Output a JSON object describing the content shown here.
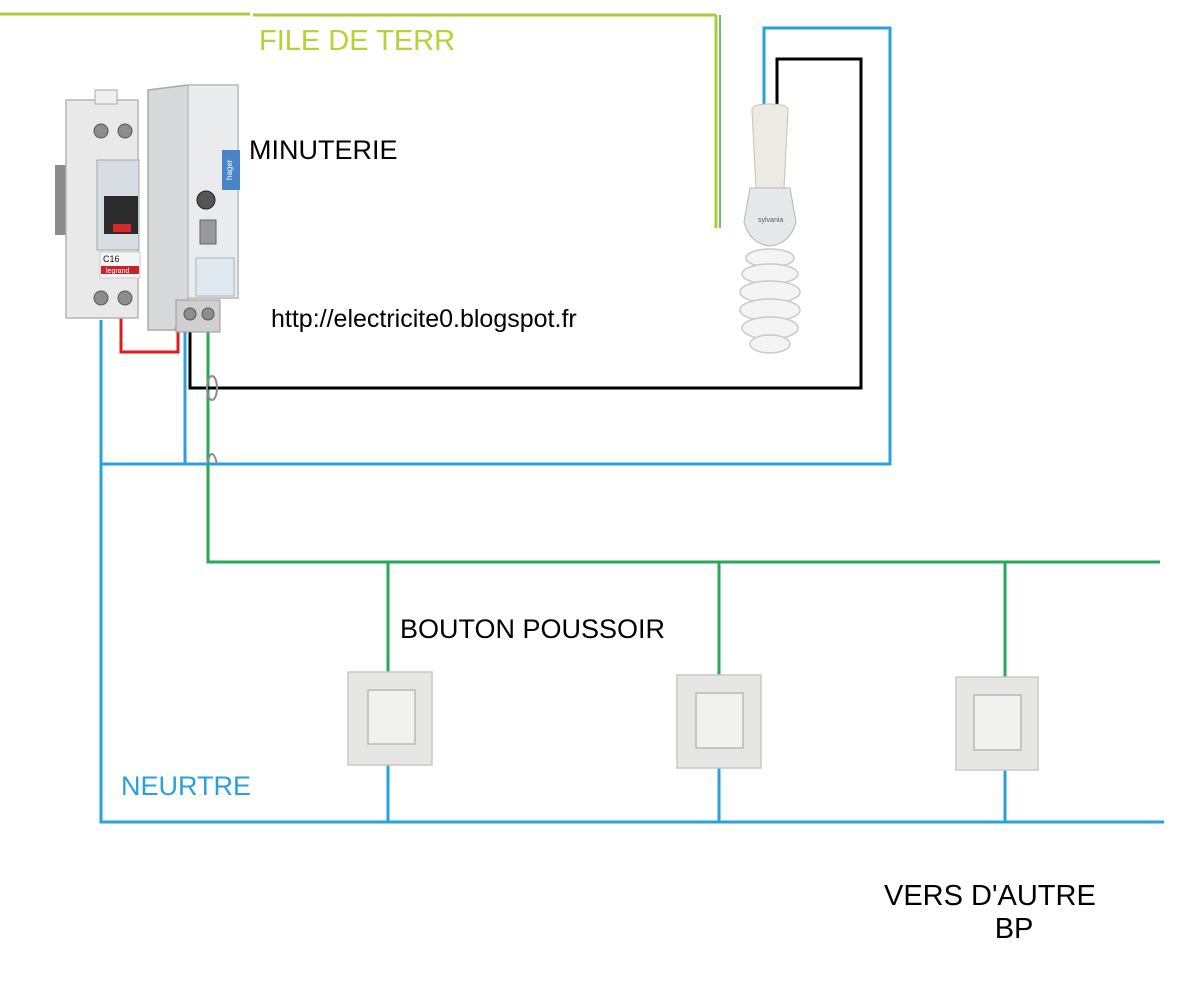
{
  "labels": {
    "terre": "FILE DE TERR",
    "minuterie": "MINUTERIE",
    "url": "http://electricite0.blogspot.fr",
    "bouton_poussoir": "BOUTON POUSSOIR",
    "neutre": "NEURTRE",
    "vers_autre": "VERS D'AUTRE\n      BP"
  },
  "device_text": {
    "breaker_rating": "C16",
    "breaker_brand": "legrand",
    "timer_brand": "hager",
    "bulb_brand": "sylvania"
  },
  "colors": {
    "earth": "#b5d334",
    "earth_wire": "#a8cc3a",
    "neutral": "#2aa0dc",
    "switched_wire": "#27a85a",
    "lamp_wire": "#000000",
    "phase_link": "#e01b1b",
    "text": "#000000"
  },
  "icons": {
    "breaker": "circuit-breaker-icon",
    "timer": "timer-relay-icon",
    "bulb": "cfl-bulb-icon",
    "push_button": "push-button-icon"
  }
}
